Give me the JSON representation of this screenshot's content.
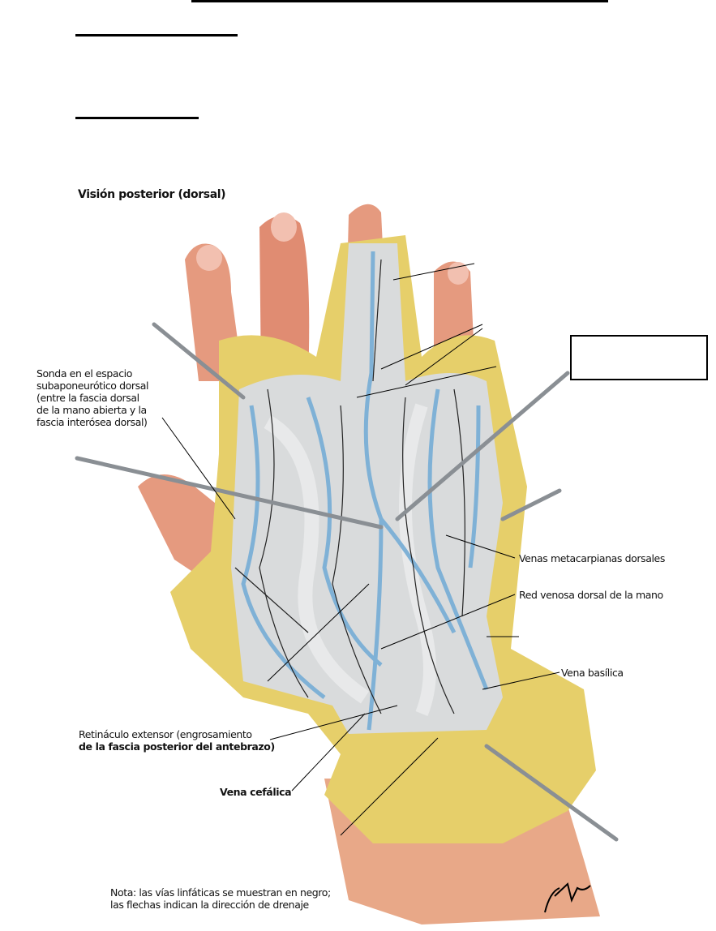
{
  "figure": {
    "title": "Visión posterior (dorsal)",
    "labels": {
      "sonda": [
        "Sonda en el espacio",
        "subaponeurótico dorsal",
        "(entre la fascia dorsal",
        "de la mano abierta y la",
        "fascia interósea dorsal)"
      ],
      "venas_metacarpianas": "Venas metacarpianas dorsales",
      "red_venosa": "Red venosa dorsal de la mano",
      "vena_basilica": "Vena basílica",
      "retinaculo": [
        "Retináculo extensor (engrosamiento",
        "de la fascia posterior del antebrazo)"
      ],
      "vena_cefalica": "Vena cefálica"
    },
    "note": [
      "Nota: las vías linfáticas se muestran en negro;",
      "las flechas indican la dirección de drenaje"
    ],
    "signature": "F. Netter M.D."
  },
  "colors": {
    "skin": "#e59a7f",
    "fat": "#e6cf6a",
    "fascia": "#d9dbdc",
    "vein": "#7fb1d6"
  }
}
